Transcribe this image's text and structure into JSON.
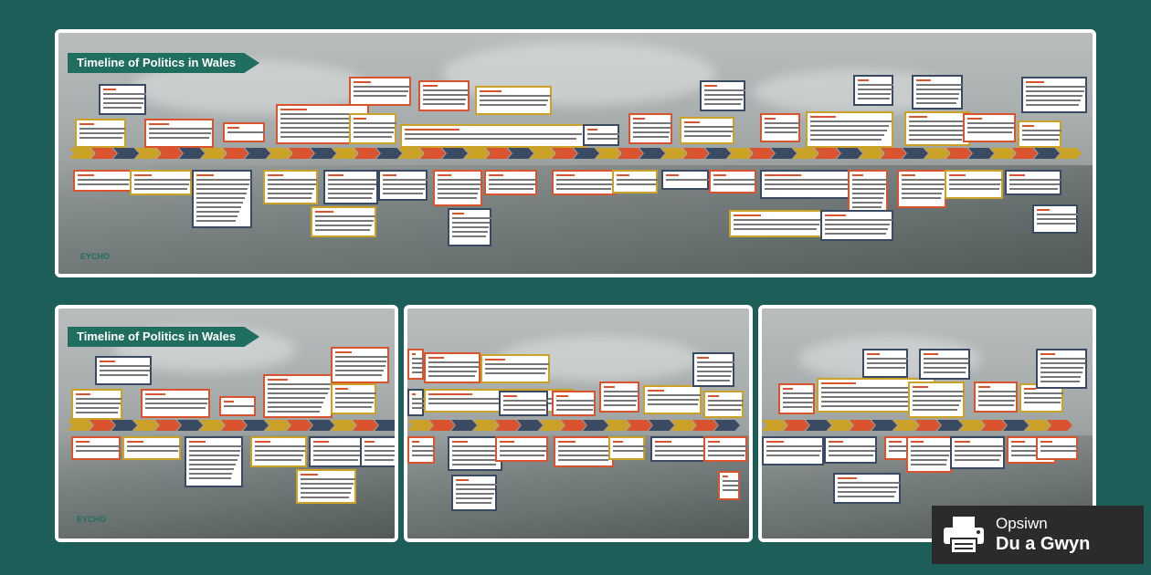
{
  "poster": {
    "title": "Timeline of Politics in Wales",
    "logo": "EYCHO"
  },
  "badge": {
    "line1": "Opsiwn",
    "line2": "Du a Gwyn",
    "icon": "printer-icon"
  },
  "colors": {
    "background": "#1d5e58",
    "chevron_yellow": "#c9a227",
    "chevron_red": "#d9532e",
    "chevron_navy": "#3a4a63",
    "banner": "#1f6e5f"
  }
}
